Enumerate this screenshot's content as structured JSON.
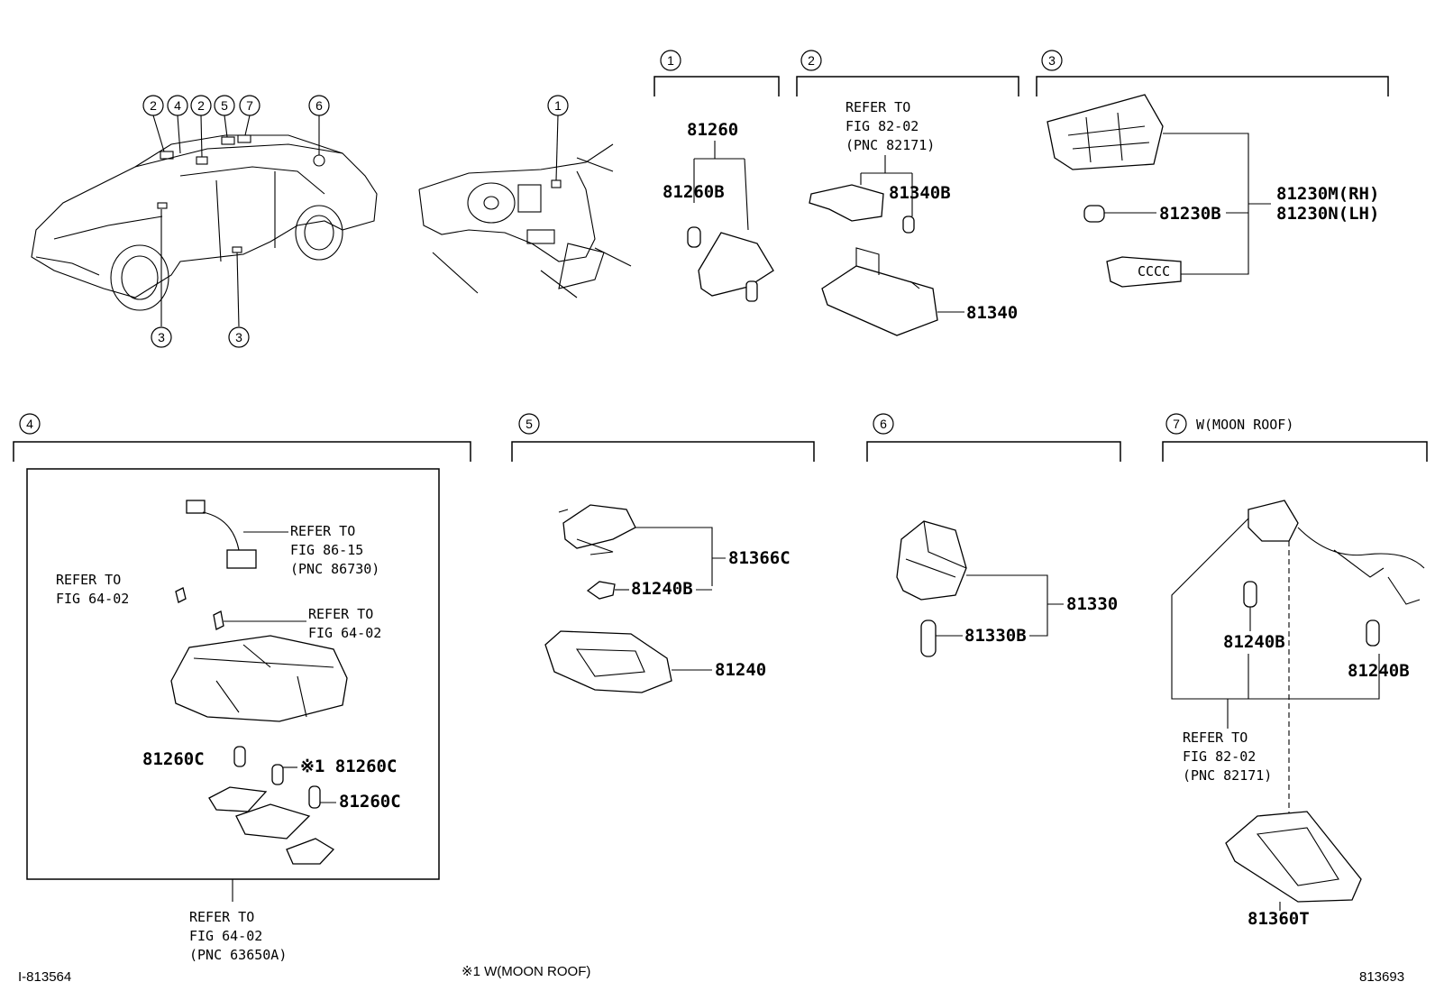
{
  "sections": {
    "s1": "1",
    "s2": "2",
    "s3": "3",
    "s4": "4",
    "s5": "5",
    "s6": "6",
    "s7": "7",
    "s7_note": "W(MOON ROOF)"
  },
  "overview": {
    "car_callouts": [
      "2",
      "4",
      "2",
      "5",
      "7",
      "6",
      "3",
      "3"
    ],
    "dash_callout": "1"
  },
  "parts": {
    "p81260": "81260",
    "p81260B": "81260B",
    "p81340B": "81340B",
    "p81340": "81340",
    "p81230B": "81230B",
    "p81230M": "81230M(RH)",
    "p81230N": "81230N(LH)",
    "p81260C_a": "81260C",
    "p81260C_b": "※1 81260C",
    "p81260C_c": "81260C",
    "p81366C": "81366C",
    "p81240B_5": "81240B",
    "p81240": "81240",
    "p81330": "81330",
    "p81330B": "81330B",
    "p81240B_7a": "81240B",
    "p81240B_7b": "81240B",
    "p81360T": "81360T"
  },
  "refs": {
    "r2": [
      "REFER TO",
      "FIG 82-02",
      "(PNC 82171)"
    ],
    "r4a": [
      "REFER TO",
      "FIG 86-15",
      "(PNC 86730)"
    ],
    "r4b": [
      "REFER TO",
      "FIG 64-02"
    ],
    "r4c": [
      "REFER TO",
      "FIG 64-02"
    ],
    "r4d": [
      "REFER TO",
      "FIG 64-02",
      "(PNC 63650A)"
    ],
    "r7": [
      "REFER TO",
      "FIG 82-02",
      "(PNC 82171)"
    ]
  },
  "footer": {
    "left_id": "I-813564",
    "note": "※1 W(MOON ROOF)",
    "right_id": "813693"
  }
}
